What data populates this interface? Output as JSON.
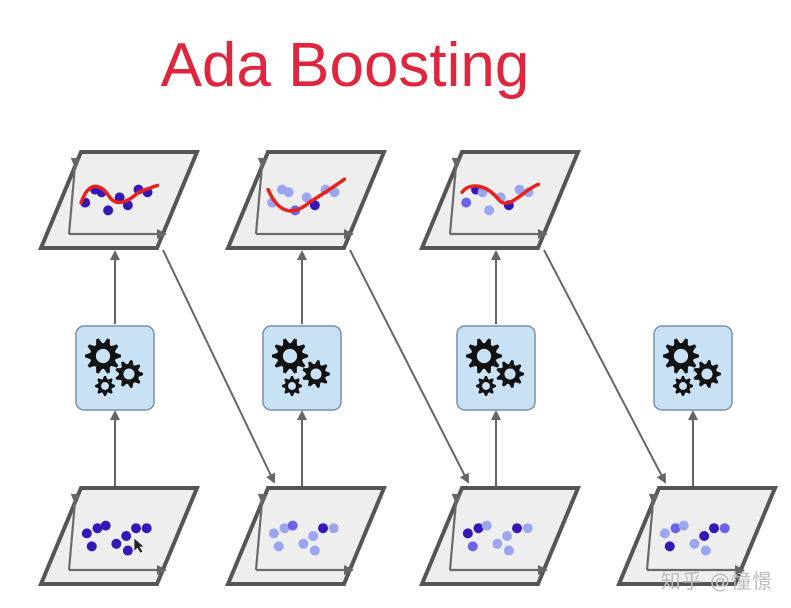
{
  "title": "Ada Boosting",
  "watermark": "知乎 @憧憬",
  "colors": {
    "title": "#e0263f",
    "panel_fill": "#eeeeee",
    "panel_stroke": "#555555",
    "arrow": "#666666",
    "box_fill": "#c8e1f4",
    "box_stroke": "#7a8fa8",
    "curve": "#e8211c",
    "dot_dark": "#3617b8",
    "dot_mid": "#6c63e6",
    "dot_light": "#9aa6f0"
  },
  "stages": [
    {
      "name": "stage-1",
      "input_dots": [
        "dark",
        "dark",
        "dark",
        "dark",
        "dark",
        "dark",
        "dark",
        "dark",
        "dark"
      ],
      "output_dots": [
        "dark",
        "dark",
        "dark",
        "dark",
        "dark",
        "dark",
        "dark",
        "dark"
      ],
      "has_cursor_icon": true,
      "has_output": true
    },
    {
      "name": "stage-2",
      "input_dots": [
        "light",
        "light",
        "light",
        "mid",
        "light",
        "light",
        "light",
        "dark",
        "light"
      ],
      "output_dots": [
        "light",
        "light",
        "light",
        "mid",
        "light",
        "dark",
        "light",
        "light"
      ],
      "has_output": true
    },
    {
      "name": "stage-3",
      "input_dots": [
        "dark",
        "dark",
        "mid",
        "light",
        "light",
        "light",
        "light",
        "dark",
        "light"
      ],
      "output_dots": [
        "mid",
        "dark",
        "light",
        "light",
        "light",
        "dark",
        "light",
        "light"
      ],
      "has_output": true
    },
    {
      "name": "stage-4",
      "input_dots": [
        "light",
        "mid",
        "dark",
        "light",
        "light",
        "dark",
        "light",
        "dark",
        "mid"
      ],
      "has_output": false
    }
  ],
  "icons": {
    "learner": "gears-icon",
    "cursor": "cursor-icon"
  }
}
